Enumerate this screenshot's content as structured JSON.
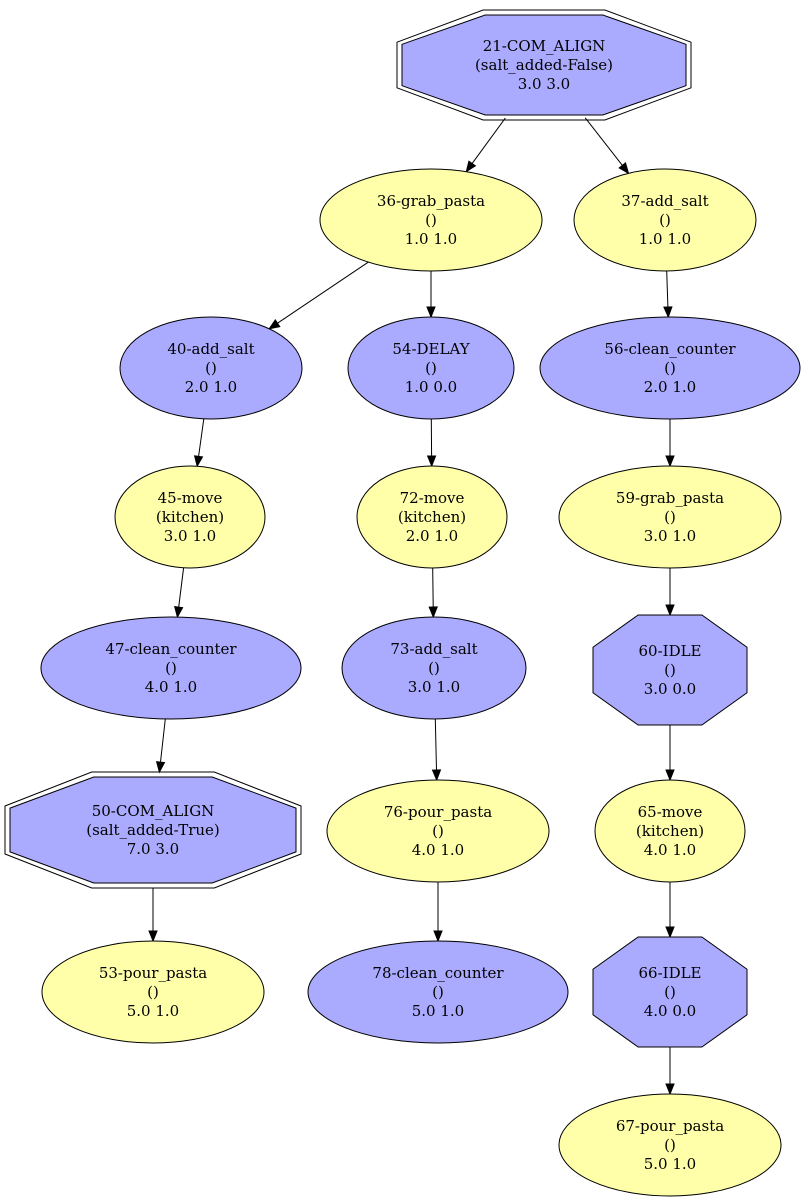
{
  "colors": {
    "yellow": "#ffffaa",
    "blue": "#aaaaff",
    "stroke": "#000000"
  },
  "nodes": [
    {
      "id": "n21",
      "lines": [
        "21-COM_ALIGN",
        "(salt_added-False)",
        "3.0 3.0"
      ],
      "shape": "double-octagon",
      "fill": "blue"
    },
    {
      "id": "n36",
      "lines": [
        "36-grab_pasta",
        "()",
        "1.0 1.0"
      ],
      "shape": "ellipse",
      "fill": "yellow"
    },
    {
      "id": "n37",
      "lines": [
        "37-add_salt",
        "()",
        "1.0 1.0"
      ],
      "shape": "ellipse",
      "fill": "yellow"
    },
    {
      "id": "n40",
      "lines": [
        "40-add_salt",
        "()",
        "2.0 1.0"
      ],
      "shape": "ellipse",
      "fill": "blue"
    },
    {
      "id": "n54",
      "lines": [
        "54-DELAY",
        "()",
        "1.0 0.0"
      ],
      "shape": "ellipse",
      "fill": "blue"
    },
    {
      "id": "n56",
      "lines": [
        "56-clean_counter",
        "()",
        "2.0 1.0"
      ],
      "shape": "ellipse",
      "fill": "blue"
    },
    {
      "id": "n45",
      "lines": [
        "45-move",
        "(kitchen)",
        "3.0 1.0"
      ],
      "shape": "ellipse",
      "fill": "yellow"
    },
    {
      "id": "n72",
      "lines": [
        "72-move",
        "(kitchen)",
        "2.0 1.0"
      ],
      "shape": "ellipse",
      "fill": "yellow"
    },
    {
      "id": "n59",
      "lines": [
        "59-grab_pasta",
        "()",
        "3.0 1.0"
      ],
      "shape": "ellipse",
      "fill": "yellow"
    },
    {
      "id": "n47",
      "lines": [
        "47-clean_counter",
        "()",
        "4.0 1.0"
      ],
      "shape": "ellipse",
      "fill": "blue"
    },
    {
      "id": "n73",
      "lines": [
        "73-add_salt",
        "()",
        "3.0 1.0"
      ],
      "shape": "ellipse",
      "fill": "blue"
    },
    {
      "id": "n60",
      "lines": [
        "60-IDLE",
        "()",
        "3.0 0.0"
      ],
      "shape": "octagon",
      "fill": "blue"
    },
    {
      "id": "n50",
      "lines": [
        "50-COM_ALIGN",
        "(salt_added-True)",
        "7.0 3.0"
      ],
      "shape": "double-octagon",
      "fill": "blue"
    },
    {
      "id": "n76",
      "lines": [
        "76-pour_pasta",
        "()",
        "4.0 1.0"
      ],
      "shape": "ellipse",
      "fill": "yellow"
    },
    {
      "id": "n65",
      "lines": [
        "65-move",
        "(kitchen)",
        "4.0 1.0"
      ],
      "shape": "ellipse",
      "fill": "yellow"
    },
    {
      "id": "n53",
      "lines": [
        "53-pour_pasta",
        "()",
        "5.0 1.0"
      ],
      "shape": "ellipse",
      "fill": "yellow"
    },
    {
      "id": "n78",
      "lines": [
        "78-clean_counter",
        "()",
        "5.0 1.0"
      ],
      "shape": "ellipse",
      "fill": "blue"
    },
    {
      "id": "n66",
      "lines": [
        "66-IDLE",
        "()",
        "4.0 0.0"
      ],
      "shape": "octagon",
      "fill": "blue"
    },
    {
      "id": "n67",
      "lines": [
        "67-pour_pasta",
        "()",
        "5.0 1.0"
      ],
      "shape": "ellipse",
      "fill": "yellow"
    }
  ],
  "edges": [
    {
      "from": "n21",
      "to": "n36"
    },
    {
      "from": "n21",
      "to": "n37"
    },
    {
      "from": "n36",
      "to": "n40"
    },
    {
      "from": "n36",
      "to": "n54"
    },
    {
      "from": "n37",
      "to": "n56"
    },
    {
      "from": "n40",
      "to": "n45"
    },
    {
      "from": "n54",
      "to": "n72"
    },
    {
      "from": "n56",
      "to": "n59"
    },
    {
      "from": "n45",
      "to": "n47"
    },
    {
      "from": "n72",
      "to": "n73"
    },
    {
      "from": "n59",
      "to": "n60"
    },
    {
      "from": "n47",
      "to": "n50"
    },
    {
      "from": "n73",
      "to": "n76"
    },
    {
      "from": "n60",
      "to": "n65"
    },
    {
      "from": "n50",
      "to": "n53"
    },
    {
      "from": "n76",
      "to": "n78"
    },
    {
      "from": "n65",
      "to": "n66"
    },
    {
      "from": "n66",
      "to": "n67"
    }
  ]
}
